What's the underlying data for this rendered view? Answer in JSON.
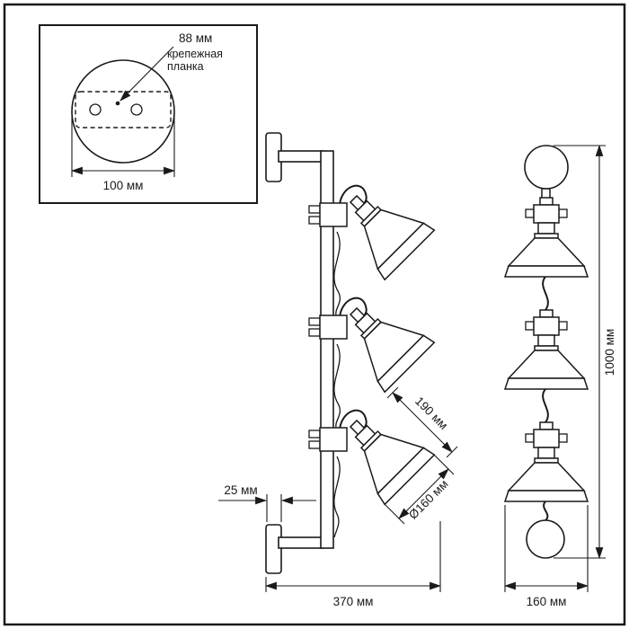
{
  "colors": {
    "line": "#1a1a1a",
    "bg": "#ffffff"
  },
  "inset": {
    "hole_spacing_label": "88 мм",
    "bracket_label_1": "крепежная",
    "bracket_label_2": "планка",
    "plate_width_label": "100 мм"
  },
  "side_view": {
    "plate_depth_label": "25 мм",
    "shade_length_label": "190 мм",
    "shade_diameter_label": "Ø160 мм",
    "depth_label": "370 мм"
  },
  "front_view": {
    "height_label": "1000 мм",
    "width_label": "160 мм"
  }
}
